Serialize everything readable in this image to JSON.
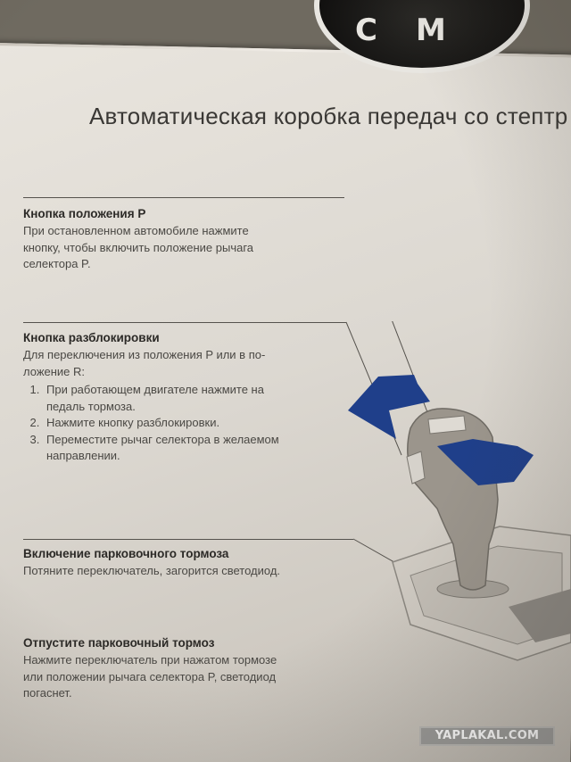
{
  "header": {
    "title": "Автоматическая коробка передач со стептр"
  },
  "cover": {
    "logo_letters": [
      "C",
      "M"
    ]
  },
  "sections": [
    {
      "heading": "Кнопка положения P",
      "lines": [
        "При остановленном автомобиле нажмите",
        "кнопку, чтобы включить положение рычага",
        "селектора P."
      ]
    },
    {
      "heading": "Кнопка разблокировки",
      "lines": [
        "Для переключения из положения P или в по-",
        "ложение R:"
      ],
      "steps": [
        [
          "При работающем двигателе нажмите на",
          "педаль тормоза."
        ],
        [
          "Нажмите кнопку разблокировки."
        ],
        [
          "Переместите рычаг селектора в желаемом",
          "направлении."
        ]
      ]
    },
    {
      "heading": "Включение парковочного тормоза",
      "lines": [
        "Потяните переключатель, загорится светодиод."
      ]
    },
    {
      "heading": "Отпустите парковочный тормоз",
      "lines": [
        "Нажмите переключатель при нажатом тормозе",
        "или положении рычага селектора P, светодиод",
        "погаснет."
      ]
    }
  ],
  "watermark": "YAPLAKAL.COM",
  "colors": {
    "page": "#dcd8d1",
    "text": "#4a4844",
    "arrow": "#1f3f8a",
    "lever": "#9b958c"
  }
}
